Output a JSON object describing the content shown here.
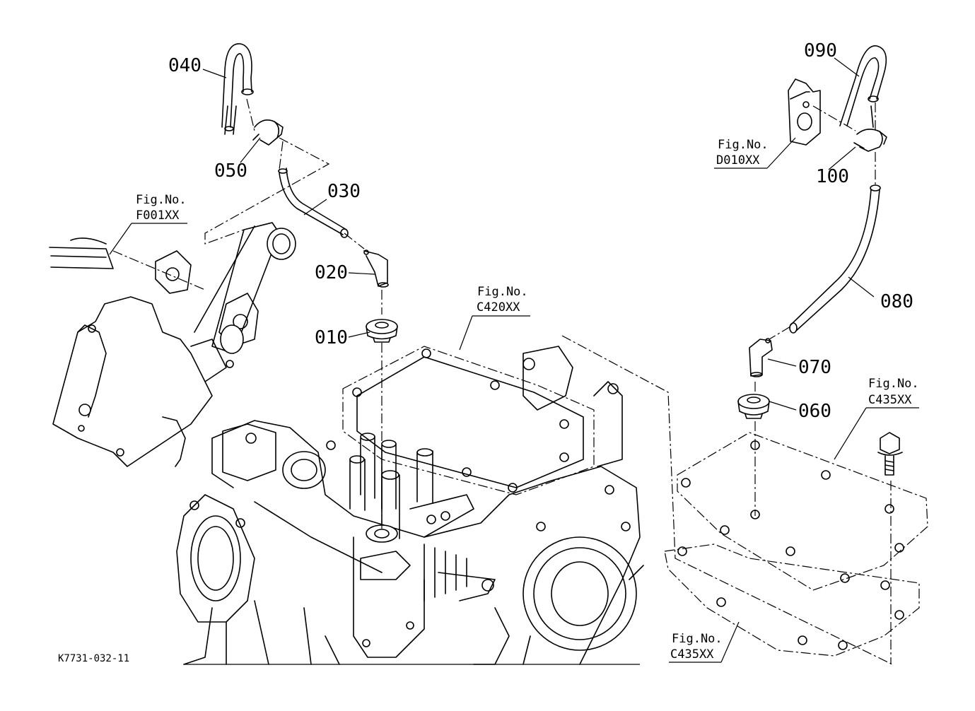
{
  "diagram": {
    "code": "K7731-032-11",
    "part_labels": {
      "p010": "010",
      "p020": "020",
      "p030": "030",
      "p040": "040",
      "p050": "050",
      "p060": "060",
      "p070": "070",
      "p080": "080",
      "p090": "090",
      "p100": "100"
    },
    "figure_refs": {
      "f001": {
        "title": "Fig.No.",
        "code": "F001XX"
      },
      "d010": {
        "title": "Fig.No.",
        "code": "D010XX"
      },
      "c420": {
        "title": "Fig.No.",
        "code": "C420XX"
      },
      "c435a": {
        "title": "Fig.No.",
        "code": "C435XX"
      },
      "c435b": {
        "title": "Fig.No.",
        "code": "C435XX"
      }
    }
  }
}
